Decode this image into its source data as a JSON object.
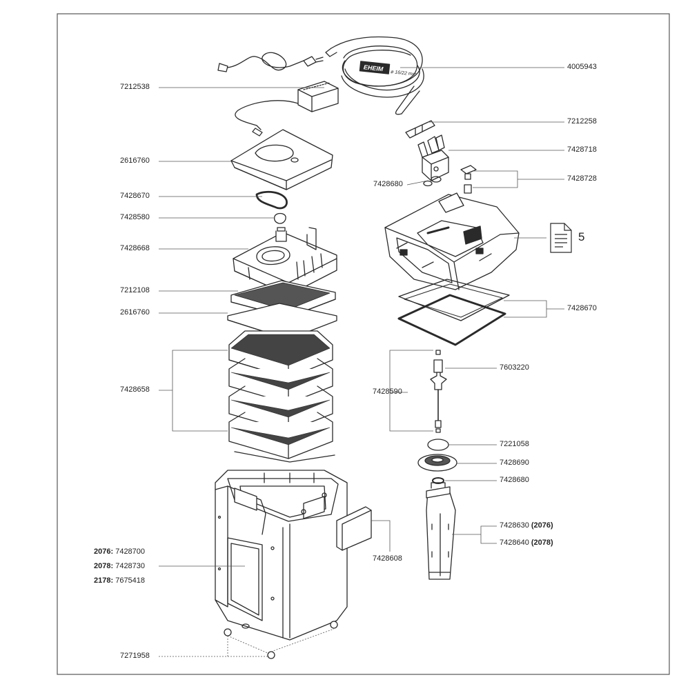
{
  "frame_color": "#555555",
  "brand_text": "EHEIM",
  "hose_text": "ø 16/22 mm",
  "parts": {
    "hose": "4005943",
    "power_supply": "7212538",
    "connector": "7212258",
    "valve": "7428718",
    "valve_parts": "7428728",
    "valve_ring": "7428680",
    "lid_cover": "2616760",
    "lid_seal": "7428670",
    "small_seal": "7428580",
    "top_tray": "7428668",
    "grid": "7212108",
    "fleece_pad": "2616760",
    "baskets": "7428658",
    "head_seal": "7428670",
    "rotor": "7603220",
    "rotor_parts": "7428590",
    "pump_seal": "7221058",
    "pump_cover": "7428690",
    "pump_ring": "7428680",
    "intake_2076": "7428630",
    "intake_2076_model": "(2076)",
    "intake_2078": "7428640",
    "intake_2078_model": "(2078)",
    "side_handle": "7428608",
    "feet": "7271958"
  },
  "canisters": [
    {
      "model": "2076:",
      "part": "7428700"
    },
    {
      "model": "2078:",
      "part": "7428730"
    },
    {
      "model": "2178:",
      "part": "7675418"
    }
  ],
  "manual_ref": "5",
  "manual_icon": "document-icon"
}
